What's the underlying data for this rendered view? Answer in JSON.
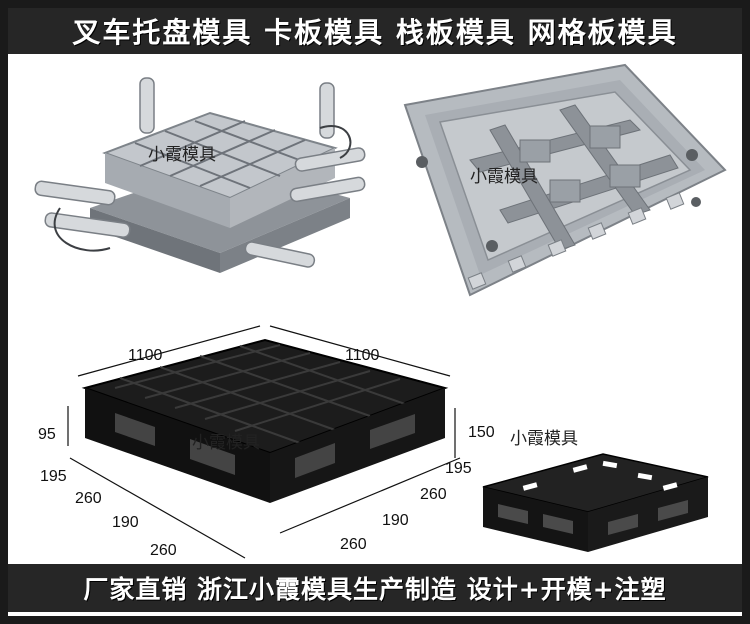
{
  "top_banner": {
    "text": "叉车托盘模具 卡板模具 栈板模具 网格板模具"
  },
  "bottom_banner": {
    "text": "厂家直销 浙江小霞模具生产制造 设计+开模+注塑"
  },
  "watermarks": {
    "mold1": "小霞模具",
    "mold2": "小霞模具",
    "pallet": "小霞模具",
    "pallet2": "小霞模具"
  },
  "dimensions": {
    "length_left": "1100",
    "length_right": "1100",
    "left_height": "95",
    "right_height": "150",
    "left_1": "195",
    "left_2": "260",
    "left_3": "190",
    "left_4": "260",
    "right_1": "195",
    "right_2": "260",
    "right_3": "190",
    "right_4": "260"
  },
  "colors": {
    "banner": "#262626",
    "frame": "#1a1a1a",
    "pallet": "#1c1c1c",
    "mold": "#b9bdc2"
  }
}
